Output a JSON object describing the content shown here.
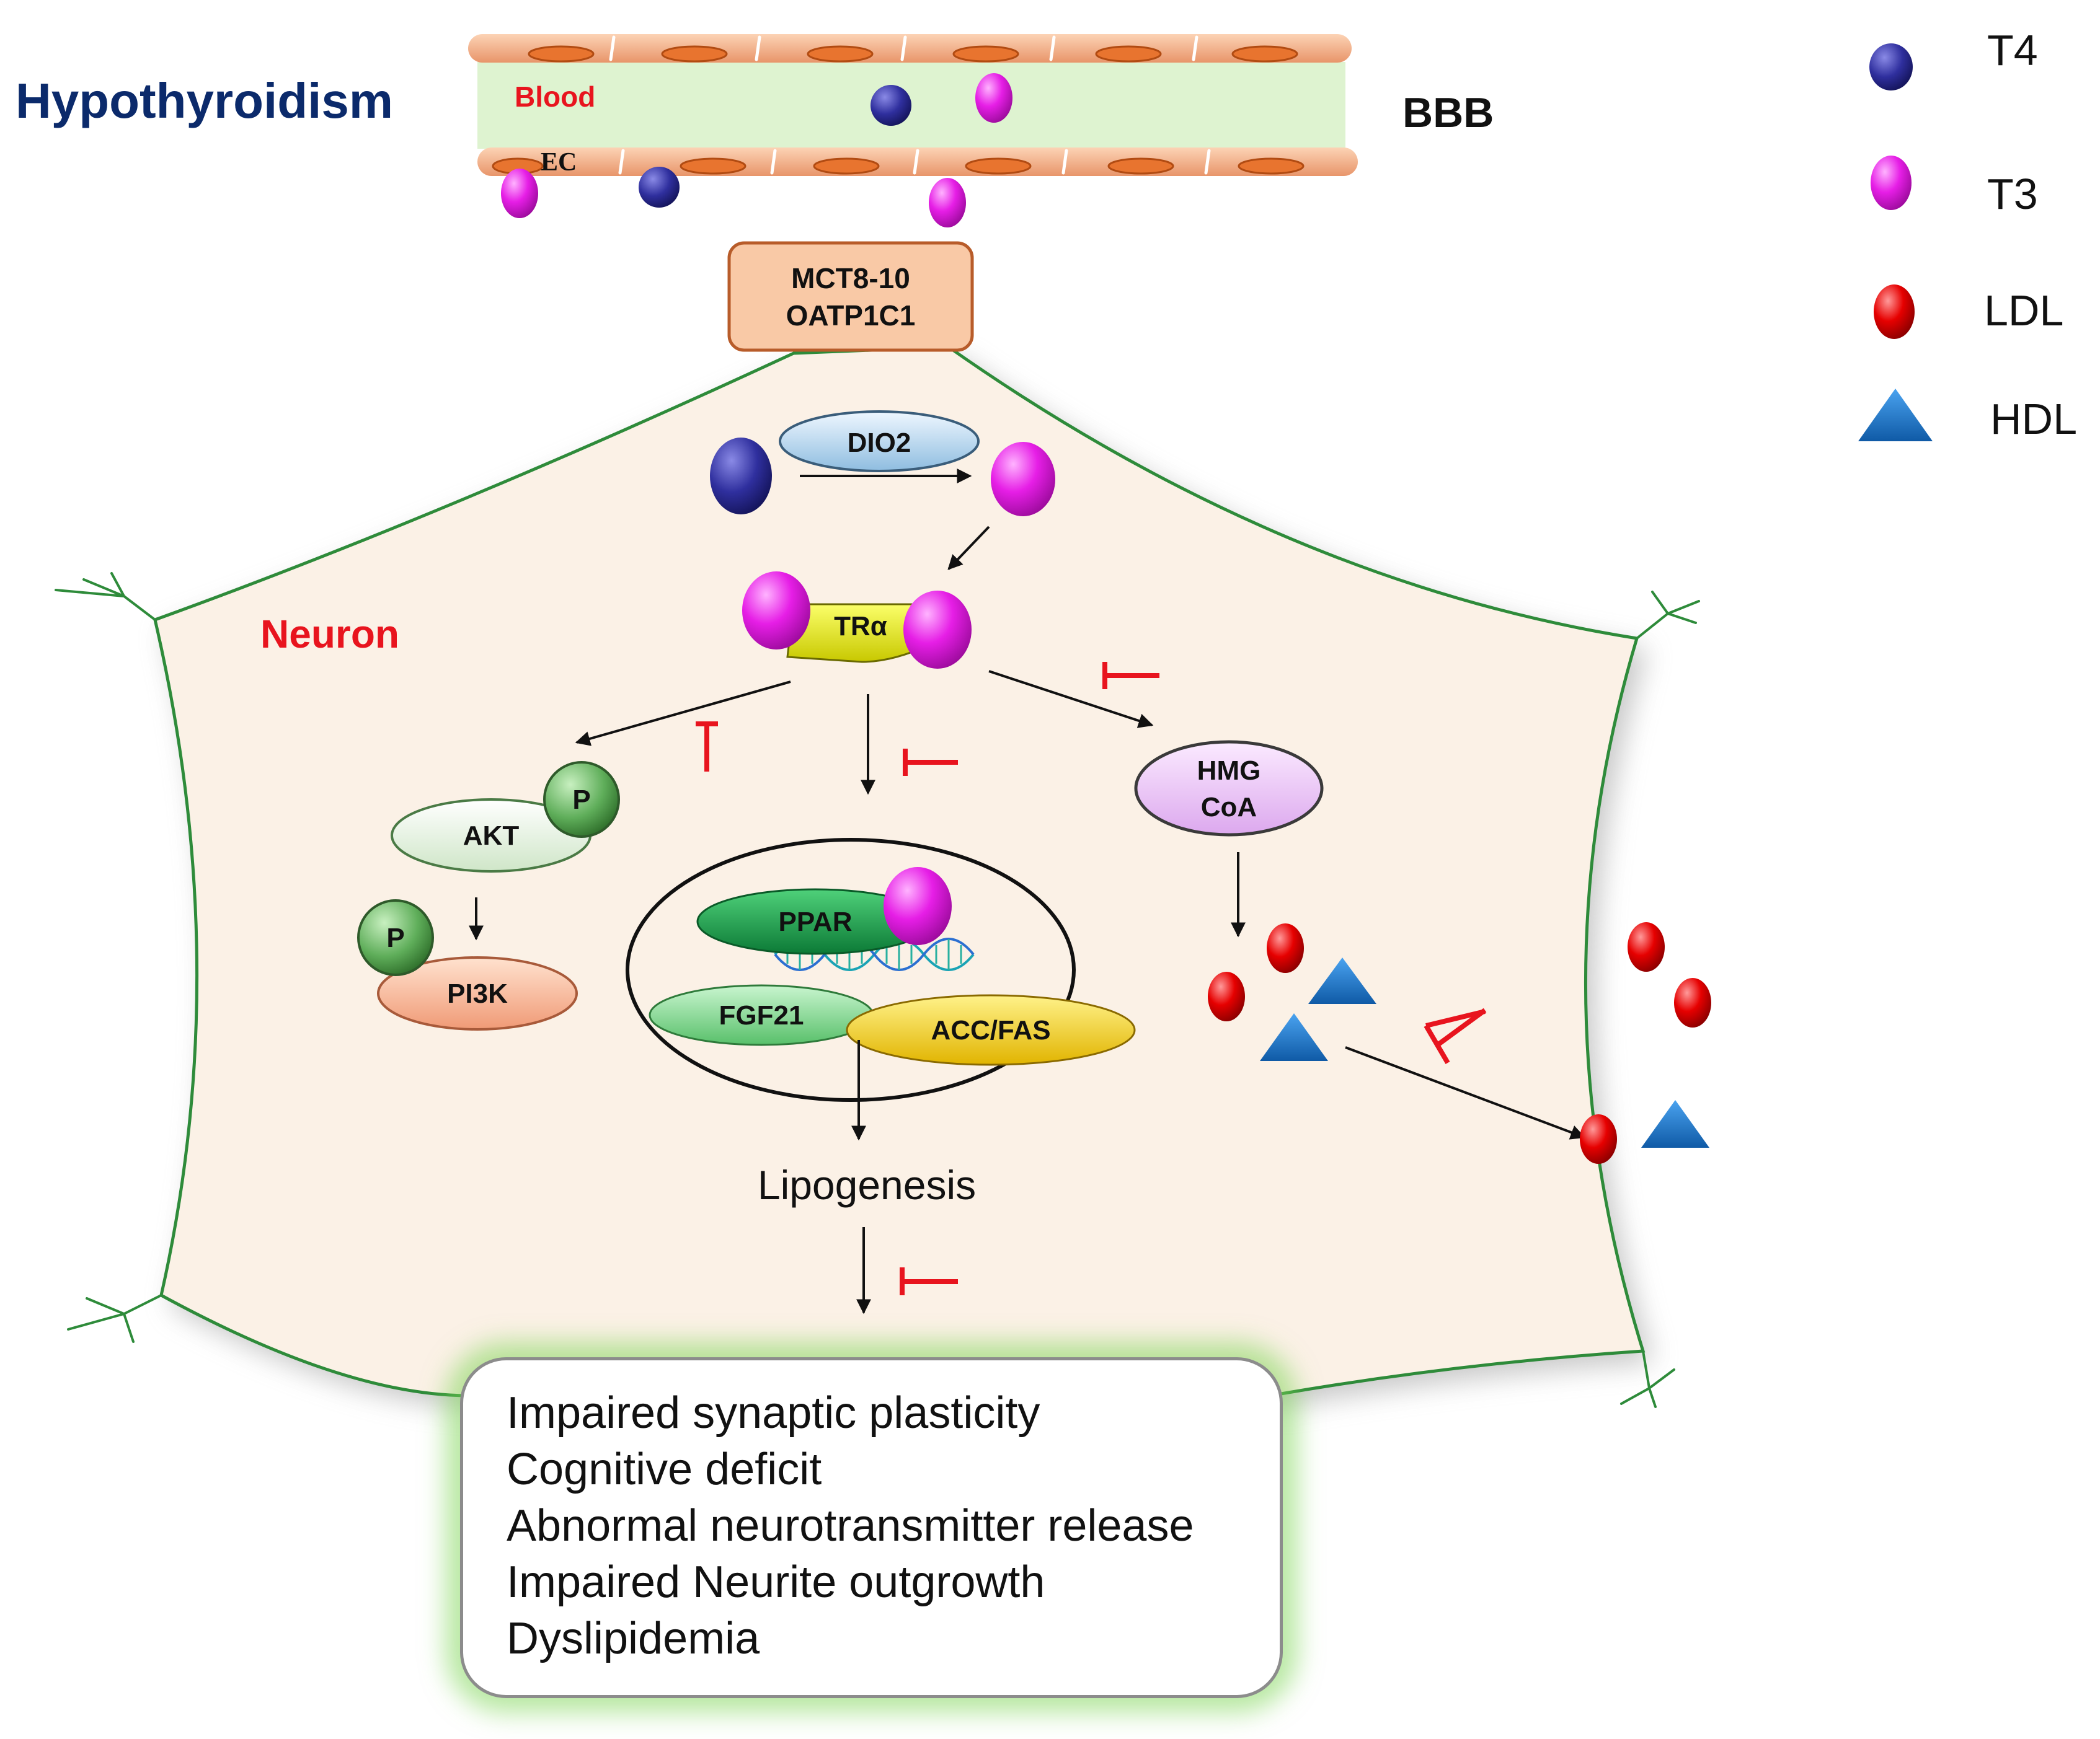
{
  "title": "Hypothyroidism",
  "bbb_label": "BBB",
  "vessel": {
    "blood_label": "Blood",
    "ec_label": "EC"
  },
  "transporter": {
    "line1": "MCT8-10",
    "line2": "OATP1C1"
  },
  "cell_label": "Neuron",
  "nodes": {
    "dio2": "DIO2",
    "tr": "TRα",
    "akt": "AKT",
    "phospho": "P",
    "pi3k": "PI3K",
    "hmg_line1": "HMG",
    "hmg_line2": "CoA",
    "ppar": "PPAR",
    "fgf21": "FGF21",
    "accfas": "ACC/FAS"
  },
  "lipogenesis": "Lipogenesis",
  "outcomes": [
    "Impaired synaptic plasticity",
    "Cognitive deficit",
    "Abnormal neurotransmitter release",
    "Impaired Neurite outgrowth",
    "Dyslipidemia"
  ],
  "legend": [
    {
      "label": "T4",
      "shape": "sphere",
      "color": "#2f2f9e"
    },
    {
      "label": "T3",
      "shape": "sphere",
      "color": "#e61ee6"
    },
    {
      "label": "LDL",
      "shape": "sphere",
      "color": "#e60000"
    },
    {
      "label": "HDL",
      "shape": "triangle",
      "color": "#1f6fbf"
    }
  ],
  "colors": {
    "inhibition": "#e8141e",
    "cell_fill": "#fbf1e6",
    "cell_outline": "#2e8b3a",
    "blood": "#def3d0",
    "vessel_wall": "#f6b489"
  }
}
